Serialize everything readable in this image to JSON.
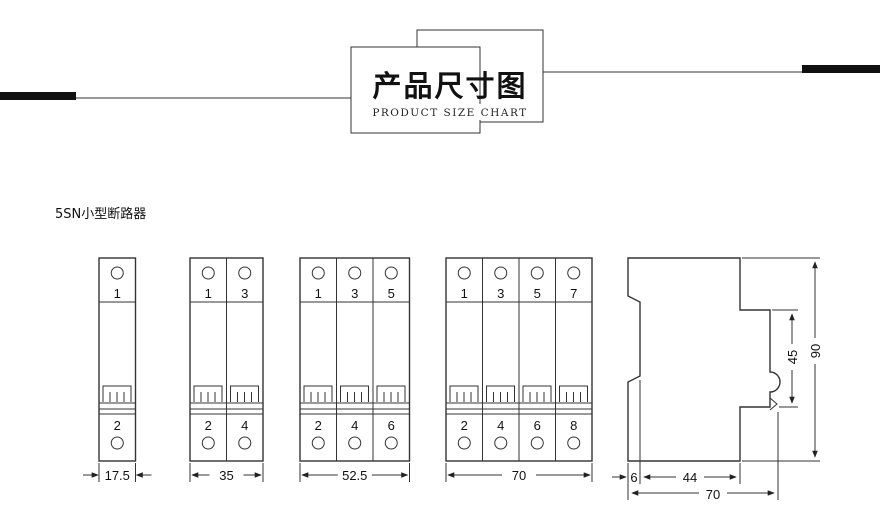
{
  "header": {
    "title_cn": "产品尺寸图",
    "title_en": "PRODUCT SIZE CHART"
  },
  "section": {
    "label": "5SN小型断路器"
  },
  "breakers": [
    {
      "poles": 1,
      "top_terminals": [
        "1"
      ],
      "bottom_terminals": [
        "2"
      ],
      "width_label": "17.5"
    },
    {
      "poles": 2,
      "top_terminals": [
        "1",
        "3"
      ],
      "bottom_terminals": [
        "2",
        "4"
      ],
      "width_label": "35"
    },
    {
      "poles": 3,
      "top_terminals": [
        "1",
        "3",
        "5"
      ],
      "bottom_terminals": [
        "2",
        "4",
        "6"
      ],
      "width_label": "52.5"
    },
    {
      "poles": 4,
      "top_terminals": [
        "1",
        "3",
        "5",
        "7"
      ],
      "bottom_terminals": [
        "2",
        "4",
        "6",
        "8"
      ],
      "width_label": "70"
    }
  ],
  "side_view": {
    "height_total": "90",
    "height_front": "45",
    "depth_step": "6",
    "depth_front": "44",
    "depth_total": "70"
  },
  "colors": {
    "line": "#333333",
    "accent_bar": "#111111"
  }
}
